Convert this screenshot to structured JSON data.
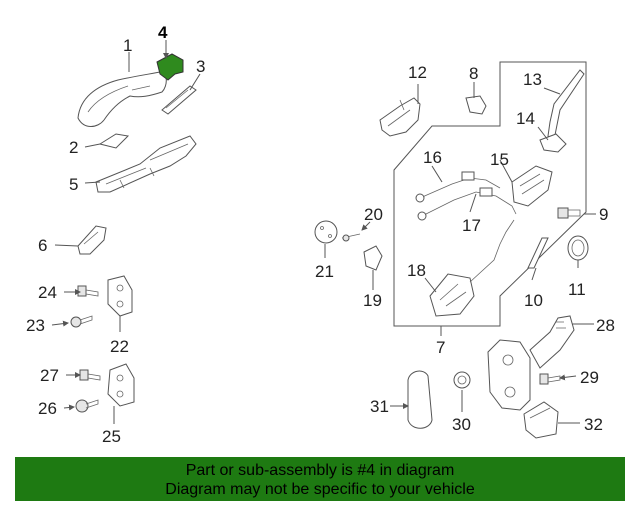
{
  "highlight_color": "#2f8a1e",
  "footer": {
    "background": "#1e7a12",
    "line1": "Part or sub-assembly is #4 in diagram",
    "line2": "Diagram may not be specific to your vehicle"
  },
  "callouts": {
    "n1": "1",
    "n2": "2",
    "n3": "3",
    "n4": "4",
    "n5": "5",
    "n6": "6",
    "n7": "7",
    "n8": "8",
    "n9": "9",
    "n10": "10",
    "n11": "11",
    "n12": "12",
    "n13": "13",
    "n14": "14",
    "n15": "15",
    "n16": "16",
    "n17": "17",
    "n18": "18",
    "n19": "19",
    "n20": "20",
    "n21": "21",
    "n22": "22",
    "n23": "23",
    "n24": "24",
    "n25": "25",
    "n26": "26",
    "n27": "27",
    "n28": "28",
    "n29": "29",
    "n30": "30",
    "n31": "31",
    "n32": "32"
  }
}
